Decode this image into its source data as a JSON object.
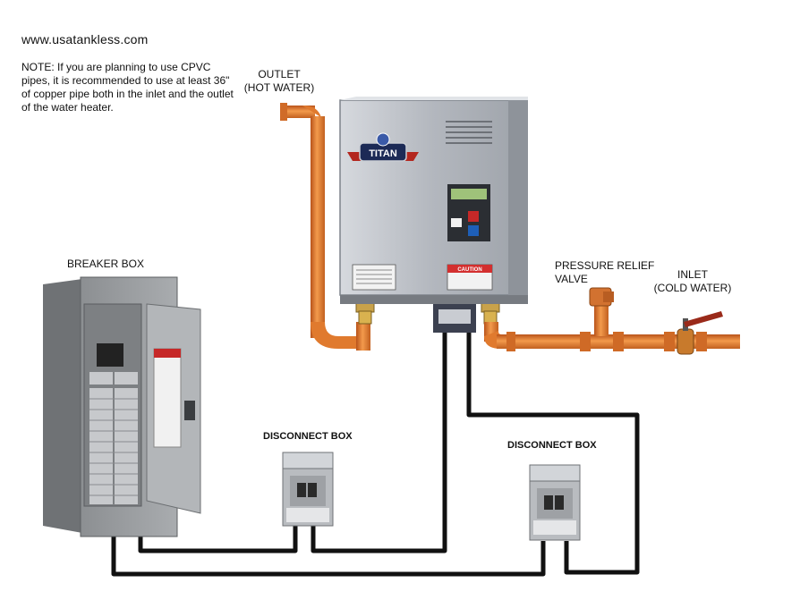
{
  "website": "www.usatankless.com",
  "note": "NOTE:  If you are planning to use CPVC pipes, it is recommended to use at least 36\" of copper pipe both in the inlet and the outlet of the water heater.",
  "labels": {
    "outlet_line1": "OUTLET",
    "outlet_line2": "(HOT WATER)",
    "breaker_box": "BREAKER BOX",
    "pressure_relief_line1": "PRESSURE RELIEF",
    "pressure_relief_line2": "VALVE",
    "inlet_line1": "INLET",
    "inlet_line2": "(COLD WATER)",
    "disconnect_box_1": "DISCONNECT BOX",
    "disconnect_box_2": "DISCONNECT BOX"
  },
  "heater": {
    "brand": "TITAN",
    "caution": "CAUTION"
  },
  "colors": {
    "copper": "#e07a2e",
    "wire": "#111111",
    "heater_body": "#b8bcc3",
    "panel_gray": "#9a9da0"
  }
}
